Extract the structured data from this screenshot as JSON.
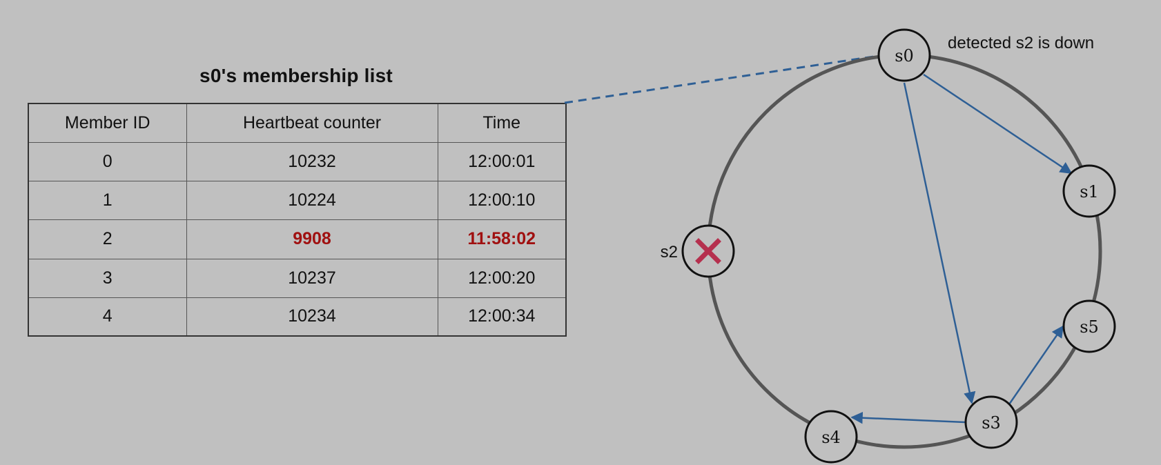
{
  "table": {
    "title": "s0's membership list",
    "headers": {
      "member_id": "Member ID",
      "heartbeat": "Heartbeat counter",
      "time": "Time"
    },
    "rows": [
      {
        "member_id": "0",
        "heartbeat": "10232",
        "time": "12:00:01",
        "flagged": false
      },
      {
        "member_id": "1",
        "heartbeat": "10224",
        "time": "12:00:10",
        "flagged": false
      },
      {
        "member_id": "2",
        "heartbeat": "9908",
        "time": "11:58:02",
        "flagged": true
      },
      {
        "member_id": "3",
        "heartbeat": "10237",
        "time": "12:00:20",
        "flagged": false
      },
      {
        "member_id": "4",
        "heartbeat": "10234",
        "time": "12:00:34",
        "flagged": false
      }
    ]
  },
  "ring": {
    "annotation": "detected s2 is down",
    "nodes": {
      "s0": "s0",
      "s1": "s1",
      "s2": "s2",
      "s3": "s3",
      "s4": "s4",
      "s5": "s5"
    },
    "down_node": "s2",
    "down_marker_icon": "x-mark-icon"
  },
  "colors": {
    "background": "#c0c0c0",
    "ring": "#555555",
    "arrow": "#2e5f95",
    "flagged_text": "#a01010",
    "down_marker": "#b5304e"
  }
}
